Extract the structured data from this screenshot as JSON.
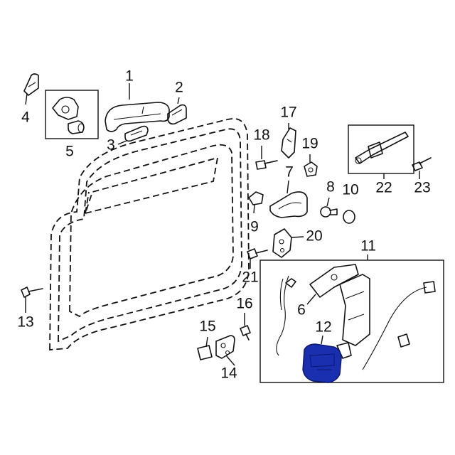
{
  "callouts": [
    {
      "id": "c1",
      "text": "1"
    },
    {
      "id": "c2",
      "text": "2"
    },
    {
      "id": "c3",
      "text": "3"
    },
    {
      "id": "c4",
      "text": "4"
    },
    {
      "id": "c5",
      "text": "5"
    },
    {
      "id": "c6",
      "text": "6"
    },
    {
      "id": "c7",
      "text": "7"
    },
    {
      "id": "c8",
      "text": "8"
    },
    {
      "id": "c9",
      "text": "9"
    },
    {
      "id": "c10",
      "text": "10"
    },
    {
      "id": "c11",
      "text": "11"
    },
    {
      "id": "c12",
      "text": "12"
    },
    {
      "id": "c13",
      "text": "13"
    },
    {
      "id": "c14",
      "text": "14"
    },
    {
      "id": "c15",
      "text": "15"
    },
    {
      "id": "c16",
      "text": "16"
    },
    {
      "id": "c17",
      "text": "17"
    },
    {
      "id": "c18",
      "text": "18"
    },
    {
      "id": "c19",
      "text": "19"
    },
    {
      "id": "c20",
      "text": "20"
    },
    {
      "id": "c21",
      "text": "21"
    },
    {
      "id": "c22",
      "text": "22"
    },
    {
      "id": "c23",
      "text": "23"
    }
  ],
  "colors": {
    "line": "#111111",
    "highlight_fill": "#1a2fb0",
    "highlight_stroke": "#0a1670",
    "background": "#ffffff"
  },
  "highlighted_part": "12"
}
